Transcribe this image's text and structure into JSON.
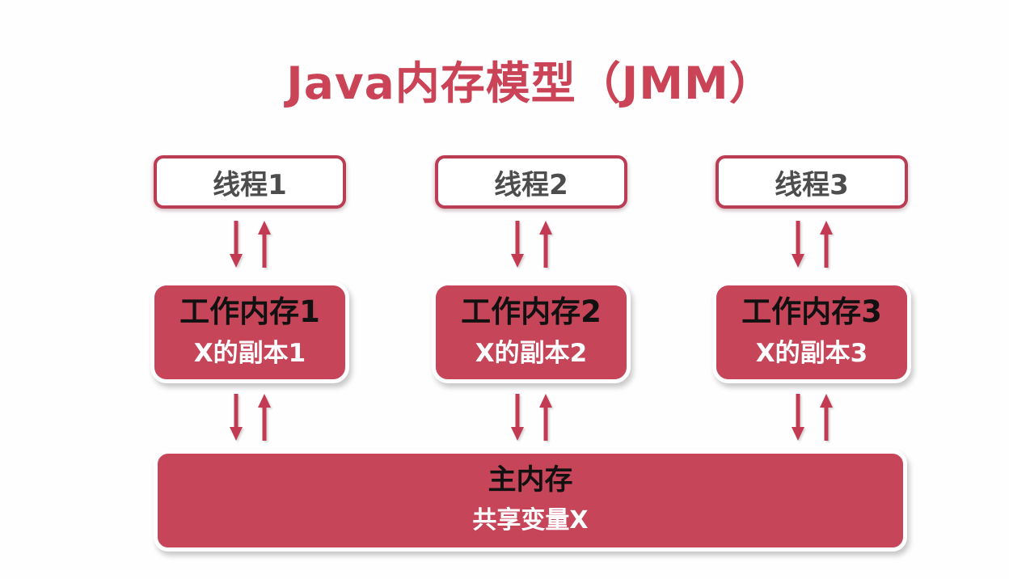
{
  "title": "Java内存模型（JMM）",
  "columns": [
    {
      "thread": "线程1",
      "work_memory": "工作内存1",
      "copy": "X的副本1"
    },
    {
      "thread": "线程2",
      "work_memory": "工作内存2",
      "copy": "X的副本2"
    },
    {
      "thread": "线程3",
      "work_memory": "工作内存3",
      "copy": "X的副本3"
    }
  ],
  "main_memory": {
    "label": "主内存",
    "shared_var": "共享变量X"
  },
  "colors": {
    "accent_fill": "#c64559",
    "thread_border": "#bb3d54",
    "title_text": "#cb4356",
    "arrow": "#c23b53",
    "thread_text": "#4d4d4d",
    "box_black_text": "#111111",
    "box_white_text": "#ffffff",
    "background": "#fefefe"
  },
  "icons": {
    "down_arrow": "down-arrow-icon",
    "up_arrow": "up-arrow-icon"
  }
}
